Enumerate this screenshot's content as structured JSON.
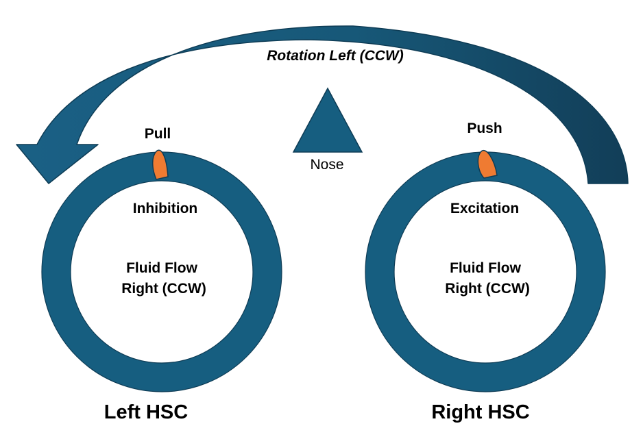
{
  "colors": {
    "ring": "#165e80",
    "ring_outline": "#0e3c55",
    "arrow_light": "#1a6085",
    "arrow_dark": "#123e58",
    "cupula": "#ef7b32",
    "inhibition": "#1aa7e0",
    "excitation": "#e41b17",
    "text": "#000000"
  },
  "rotation": {
    "label": "Rotation Left (CCW)"
  },
  "nose": {
    "label": "Nose",
    "icon": "triangle-icon"
  },
  "left_canal": {
    "force_label": "Pull",
    "response_label": "Inhibition",
    "flow_line1": "Fluid Flow",
    "flow_line2": "Right (CCW)",
    "title": "Left HSC"
  },
  "right_canal": {
    "force_label": "Push",
    "response_label": "Excitation",
    "flow_line1": "Fluid Flow",
    "flow_line2": "Right (CCW)",
    "title": "Right HSC"
  }
}
